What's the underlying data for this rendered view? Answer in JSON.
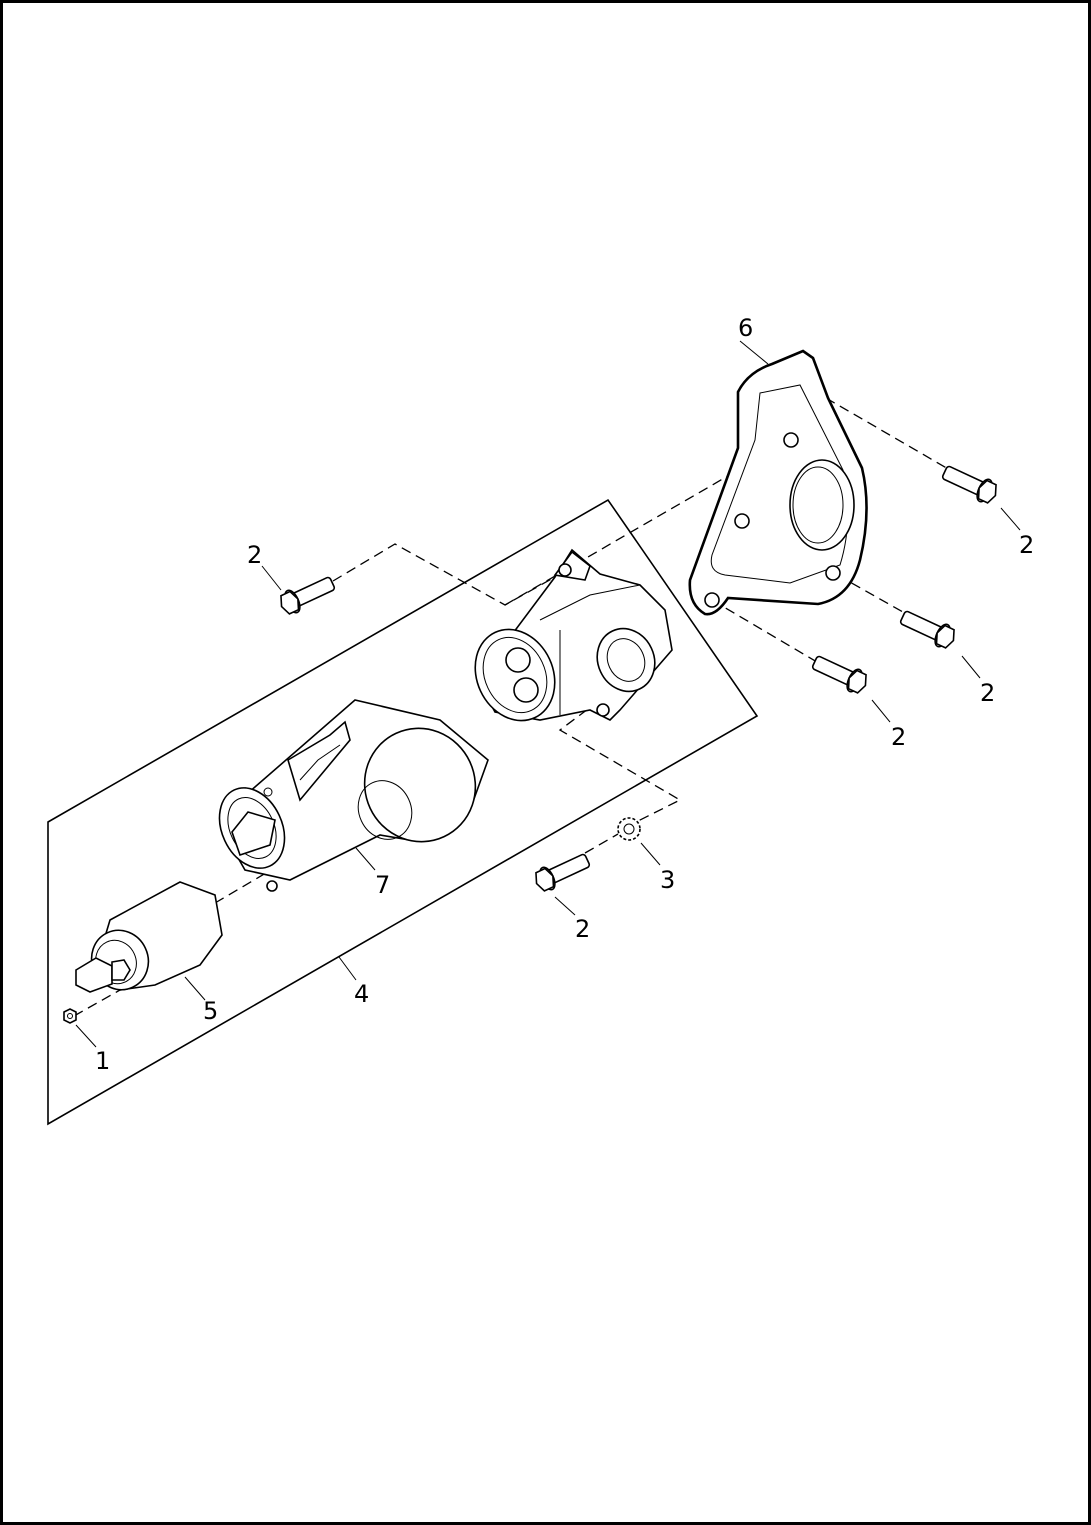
{
  "diagram": {
    "callouts": [
      {
        "id": "c1",
        "text": "1"
      },
      {
        "id": "c2a",
        "text": "2"
      },
      {
        "id": "c2b",
        "text": "2"
      },
      {
        "id": "c2c",
        "text": "2"
      },
      {
        "id": "c2d",
        "text": "2"
      },
      {
        "id": "c2e",
        "text": "2"
      },
      {
        "id": "c3",
        "text": "3"
      },
      {
        "id": "c4",
        "text": "4"
      },
      {
        "id": "c5",
        "text": "5"
      },
      {
        "id": "c6",
        "text": "6"
      },
      {
        "id": "c7",
        "text": "7"
      }
    ]
  }
}
